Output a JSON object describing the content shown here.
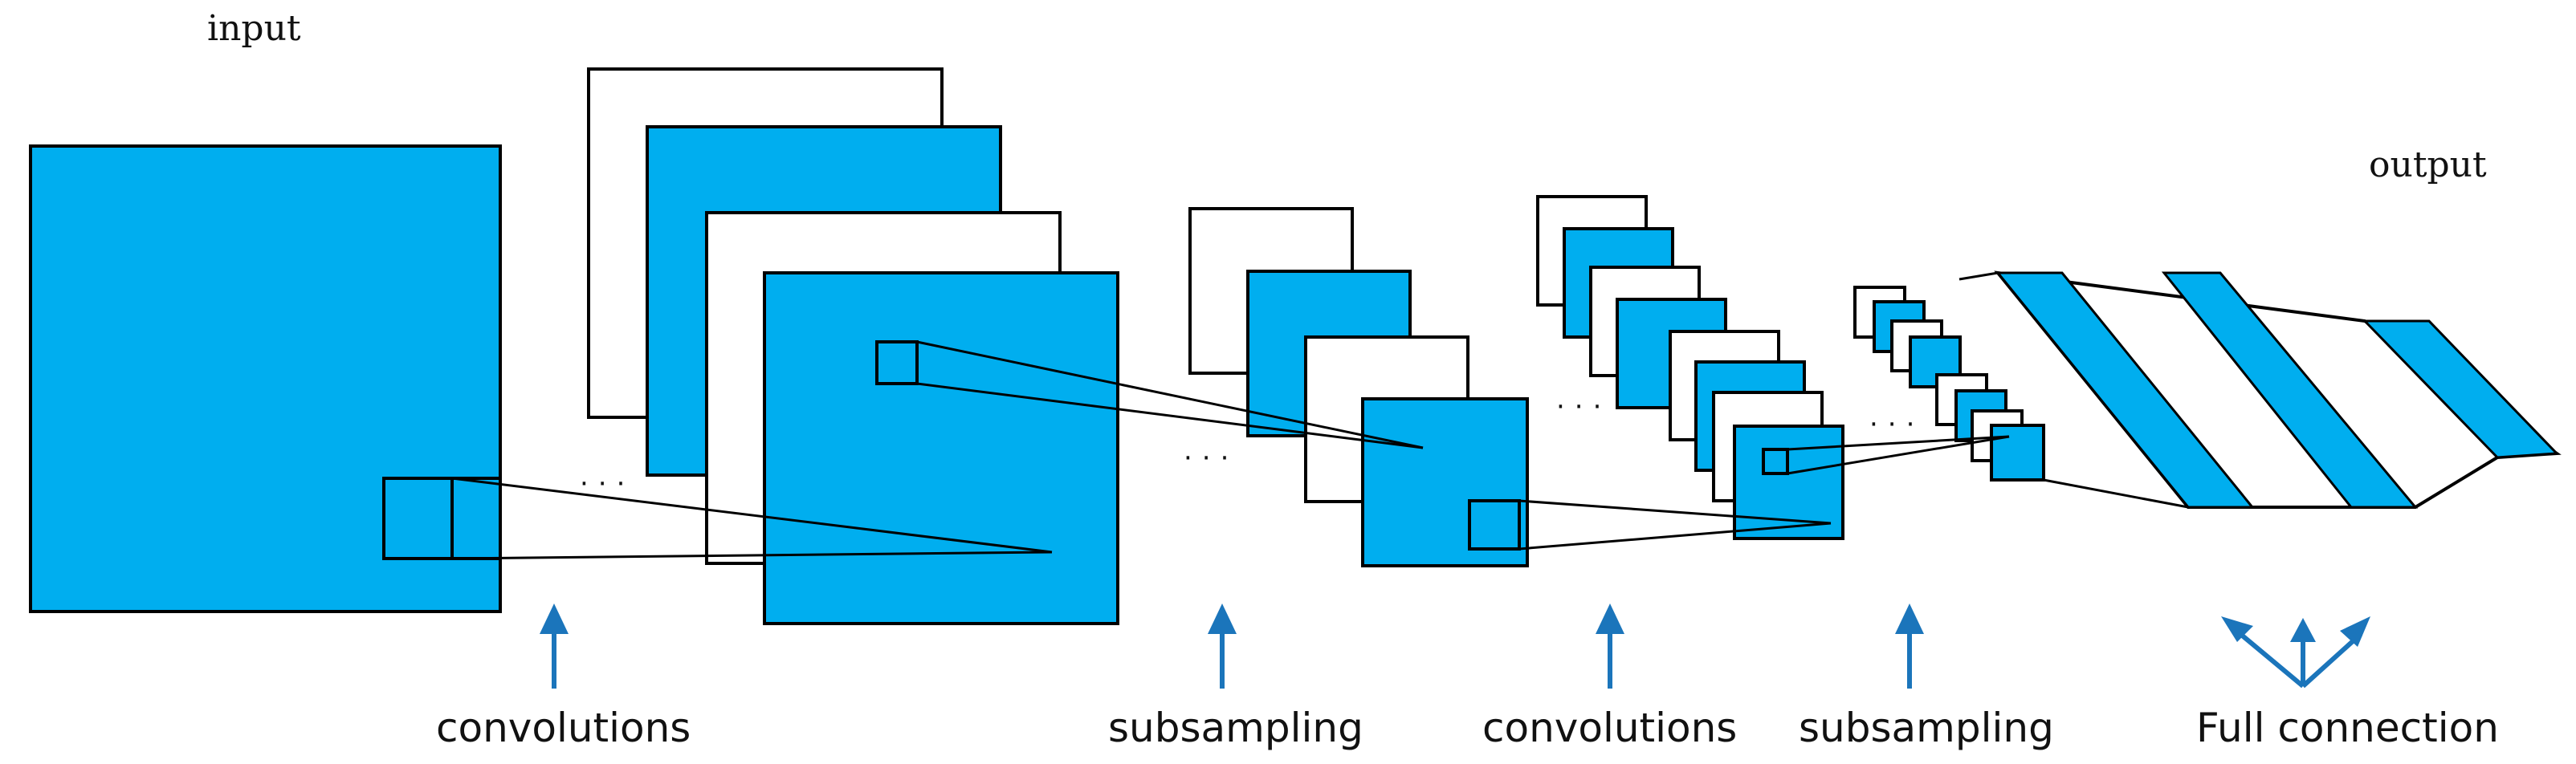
{
  "labels": {
    "input": "input",
    "output": "output",
    "dots": "···"
  },
  "stages": [
    {
      "label": "convolutions"
    },
    {
      "label": "subsampling"
    },
    {
      "label": "convolutions"
    },
    {
      "label": "subsampling"
    },
    {
      "label": "Full connection"
    }
  ],
  "colors": {
    "feature_map": "#00AEEF",
    "arrow": "#1B75BB",
    "outline": "#000000"
  },
  "icons": {
    "stage_arrow": "arrow-up-icon",
    "fan_arrow": "three-way-arrow-icon"
  }
}
